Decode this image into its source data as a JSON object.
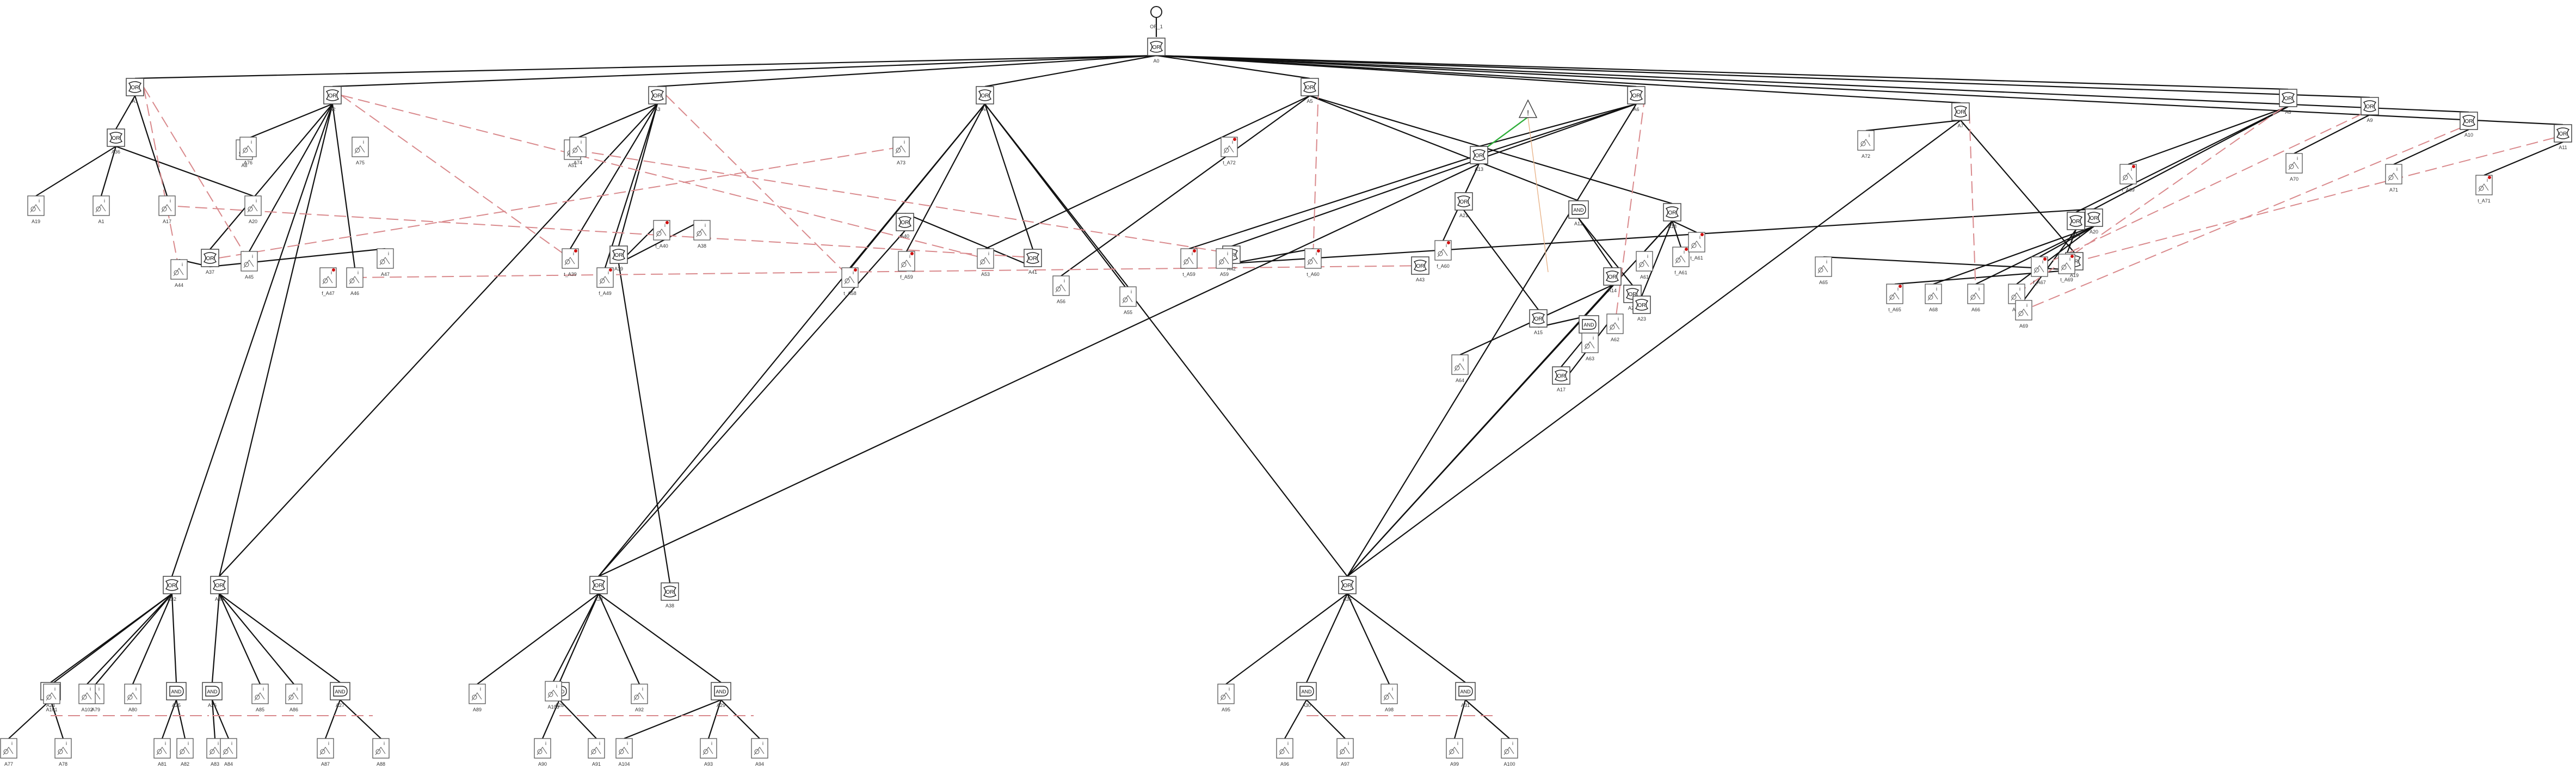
{
  "diagram": {
    "goal": "OR_1",
    "root": "A0",
    "nodes": [
      {
        "id": "A0",
        "kind": "OR"
      },
      {
        "id": "A1",
        "kind": "OR"
      },
      {
        "id": "A2",
        "kind": "OR"
      },
      {
        "id": "A3",
        "kind": "OR"
      },
      {
        "id": "A4",
        "kind": "OR"
      },
      {
        "id": "A5",
        "kind": "OR"
      },
      {
        "id": "A6",
        "kind": "OR"
      },
      {
        "id": "A7",
        "kind": "OR"
      },
      {
        "id": "A8",
        "kind": "OR"
      },
      {
        "id": "A9",
        "kind": "OR"
      },
      {
        "id": "A10",
        "kind": "OR"
      },
      {
        "id": "A11",
        "kind": "OR"
      },
      {
        "id": "A12",
        "kind": "AND"
      },
      {
        "id": "A13",
        "kind": "OR"
      },
      {
        "id": "A14",
        "kind": "OR"
      },
      {
        "id": "A15",
        "kind": "OR"
      },
      {
        "id": "A16",
        "kind": "AND"
      },
      {
        "id": "A17",
        "kind": "OR"
      },
      {
        "id": "A18",
        "kind": "OR"
      },
      {
        "id": "A19",
        "kind": "OR"
      },
      {
        "id": "A20",
        "kind": "OR"
      },
      {
        "id": "A21",
        "kind": "OR"
      },
      {
        "id": "A22",
        "kind": "OR"
      },
      {
        "id": "A23",
        "kind": "OR"
      },
      {
        "id": "A24",
        "kind": "AND"
      },
      {
        "id": "A25",
        "kind": "AND"
      },
      {
        "id": "A26",
        "kind": "AND"
      },
      {
        "id": "A27",
        "kind": "AND"
      },
      {
        "id": "A28",
        "kind": "AND"
      },
      {
        "id": "A29",
        "kind": "AND"
      },
      {
        "id": "A30",
        "kind": "AND"
      },
      {
        "id": "A31",
        "kind": "AND"
      },
      {
        "id": "A32",
        "kind": "OR"
      },
      {
        "id": "A33",
        "kind": "OR"
      },
      {
        "id": "A34",
        "kind": "OR"
      },
      {
        "id": "A35",
        "kind": "OR"
      },
      {
        "id": "A36",
        "kind": "OR"
      },
      {
        "id": "A37",
        "kind": "OR"
      },
      {
        "id": "A38",
        "kind": "OR"
      },
      {
        "id": "A39",
        "kind": "OR"
      },
      {
        "id": "A40",
        "kind": "OR"
      },
      {
        "id": "A41",
        "kind": "OR"
      },
      {
        "id": "A42",
        "kind": "OR"
      },
      {
        "id": "A43",
        "kind": "OR"
      },
      {
        "id": "A44",
        "kind": "OR"
      }
    ],
    "leaves": [
      "A19",
      "A1",
      "A17",
      "A20",
      "A44",
      "A45",
      "A46",
      "A47",
      "f_A47",
      "A8",
      "t_A39",
      "f_A49",
      "t_A40",
      "A38",
      "A51",
      "t_A58",
      "f_A59",
      "A56",
      "A53",
      "A55",
      "t_A59",
      "A59",
      "t_A60",
      "f_A60",
      "A64",
      "A63",
      "A62",
      "A61",
      "f_A61",
      "t_A61",
      "A65",
      "t_A65",
      "A68",
      "A66",
      "A67",
      "f_A67",
      "A69",
      "t_A69",
      "f_A69",
      "A70",
      "A71",
      "t_A71",
      "A72",
      "t_A72",
      "A73",
      "A74",
      "A75",
      "A76",
      "A77",
      "A78",
      "A79",
      "A80",
      "A81",
      "A82",
      "A83",
      "A84",
      "A85",
      "A86",
      "A87",
      "A88",
      "A89",
      "A90",
      "A91",
      "A92",
      "A93",
      "A94",
      "A95",
      "A96",
      "A97",
      "A98",
      "A99",
      "A100",
      "A101",
      "A102",
      "A103",
      "A104",
      "A105",
      "A106"
    ]
  }
}
